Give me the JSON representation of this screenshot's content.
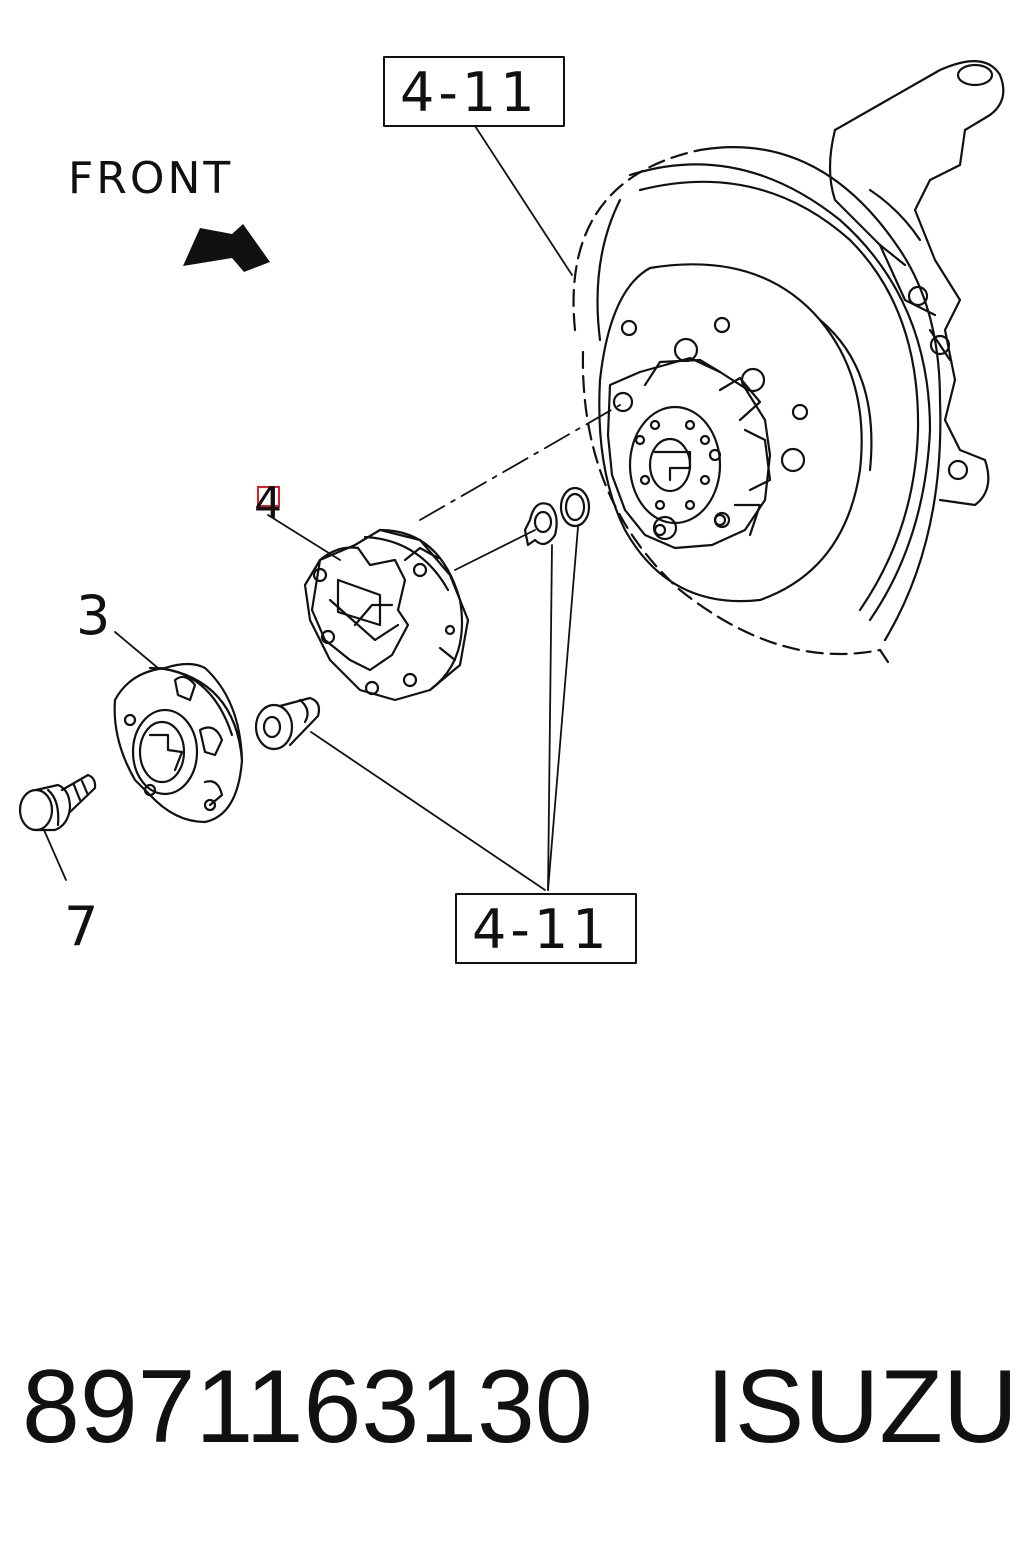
{
  "diagram": {
    "direction_label": "FRONT",
    "direction_icon": "arrow-left-icon",
    "ref_box_top": "4-11",
    "ref_box_bottom": "4-11",
    "callouts": {
      "hub_cap": "3",
      "free_wheel_hub": "4",
      "bolt": "7"
    },
    "highlight_color": "#e02020"
  },
  "footer": {
    "part_number": "8971163130",
    "brand": "ISUZU"
  }
}
